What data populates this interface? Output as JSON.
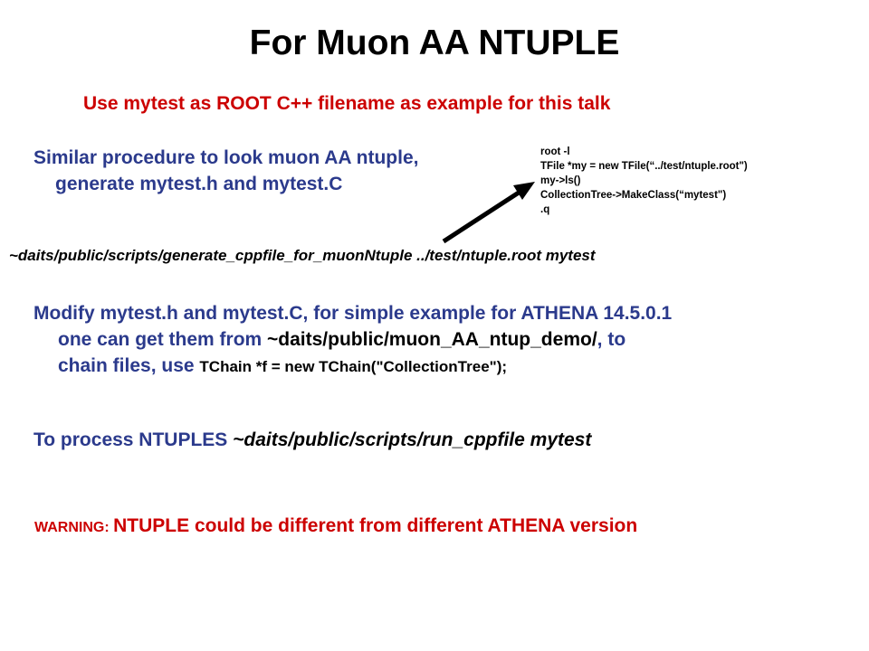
{
  "title": "For Muon AA NTUPLE",
  "subtitle": "Use mytest as ROOT C++ filename as example for this talk",
  "similar": {
    "line1": "Similar procedure to look muon AA ntuple,",
    "line2": "generate mytest.h and mytest.C"
  },
  "root_commands": [
    "root -l",
    "TFile *my = new TFile(“../test/ntuple.root\")",
    "my->ls()",
    "CollectionTree->MakeClass(“mytest\")",
    ".q"
  ],
  "generate_command": "~daits/public/scripts/generate_cppfile_for_muonNtuple ../test/ntuple.root mytest",
  "modify": {
    "line1": "Modify mytest.h and mytest.C, for simple example for ATHENA 14.5.0.1",
    "line2_prefix": "one can get them from ",
    "line2_path": "~daits/public/muon_AA_ntup_demo/",
    "line2_suffix": ", to",
    "line3_prefix": "chain files, use ",
    "line3_code": "TChain *f = new TChain(\"CollectionTree\");"
  },
  "process": {
    "label": "To process NTUPLES ",
    "command": "~daits/public/scripts/run_cppfile mytest"
  },
  "warning": {
    "tag": "WARNING: ",
    "text": "NTUPLE could be different from different ATHENA version"
  },
  "colors": {
    "title": "#000000",
    "body_text": "#2b3a8c",
    "highlight": "#cc0000",
    "code": "#000000"
  }
}
